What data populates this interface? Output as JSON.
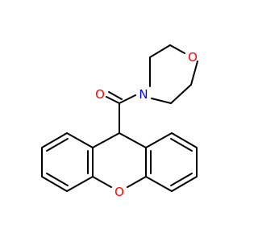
{
  "molecule": {
    "atoms": {
      "ketone_oxygen": {
        "symbol": "O",
        "color": "#ff0000"
      },
      "morpholine_nitrogen": {
        "symbol": "N",
        "color": "#0000ff"
      },
      "morpholine_oxygen": {
        "symbol": "O",
        "color": "#ff0000"
      },
      "xanthene_oxygen": {
        "symbol": "O",
        "color": "#ff0000"
      }
    },
    "bond_color": "#000000"
  }
}
